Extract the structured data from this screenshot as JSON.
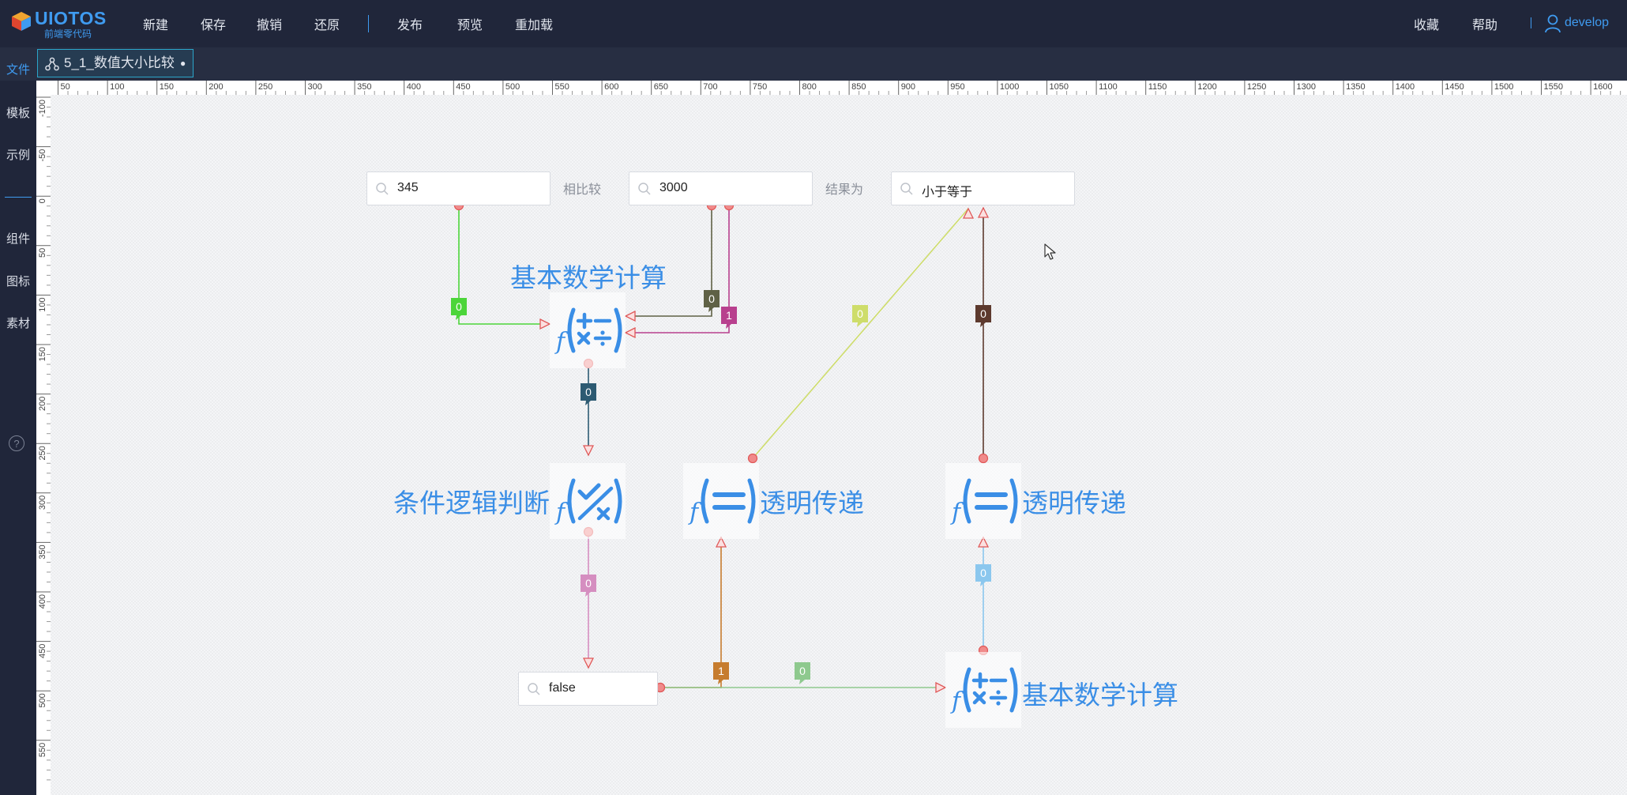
{
  "app": {
    "brand": "UIOTOS",
    "brand_sub": "前端零代码"
  },
  "menu": {
    "items": [
      "新建",
      "保存",
      "撤销",
      "还原",
      "发布",
      "预览",
      "重加载"
    ],
    "right_items": [
      "收藏",
      "帮助"
    ],
    "user": "develop"
  },
  "tabs": {
    "file_tab": "文件",
    "doc_title": "5_1_数值大小比较",
    "doc_modified_marker": "●"
  },
  "sidebar": {
    "items_top": [
      "模板",
      "示例"
    ],
    "items_bottom": [
      "组件",
      "图标",
      "素材"
    ],
    "help_glyph": "?"
  },
  "rulers": {
    "horizontal_ticks": [
      "50",
      "100",
      "150",
      "200",
      "250",
      "300",
      "350",
      "400",
      "450",
      "500",
      "550",
      "600",
      "650",
      "700",
      "750",
      "800",
      "850",
      "900",
      "950",
      "1000",
      "1050",
      "1100",
      "1150",
      "1200",
      "1250",
      "1300",
      "1350",
      "1400",
      "1450",
      "1500",
      "1550",
      "1600"
    ],
    "vertical_ticks": [
      "-100",
      "-50",
      "0",
      "50",
      "100",
      "150",
      "200",
      "250",
      "300",
      "350",
      "400",
      "450",
      "500",
      "550"
    ]
  },
  "canvas": {
    "inputs": {
      "first_value": "345",
      "second_value": "3000",
      "result_value": "小于等于",
      "bool_value": "false"
    },
    "labels": {
      "compare": "相比较",
      "result_is": "结果为"
    },
    "nodes": {
      "math_top": "基本数学计算",
      "logic": "条件逻辑判断",
      "pass_left": "透明传递",
      "pass_right": "透明传递",
      "math_bottom": "基本数学计算"
    },
    "links": [
      {
        "id": "a",
        "label": "0",
        "color": "#4cd53a"
      },
      {
        "id": "b",
        "label": "0",
        "color": "#5f6145"
      },
      {
        "id": "c",
        "label": "1",
        "color": "#b8408e"
      },
      {
        "id": "d",
        "label": "0",
        "color": "#cedd6a"
      },
      {
        "id": "e",
        "label": "0",
        "color": "#5d3a2e"
      },
      {
        "id": "f",
        "label": "0",
        "color": "#2c5a72"
      },
      {
        "id": "g",
        "label": "0",
        "color": "#d58ec0"
      },
      {
        "id": "h",
        "label": "0",
        "color": "#8bc7ee"
      },
      {
        "id": "i",
        "label": "1",
        "color": "#c67c2e"
      },
      {
        "id": "j",
        "label": "0",
        "color": "#8ec98e"
      }
    ]
  }
}
